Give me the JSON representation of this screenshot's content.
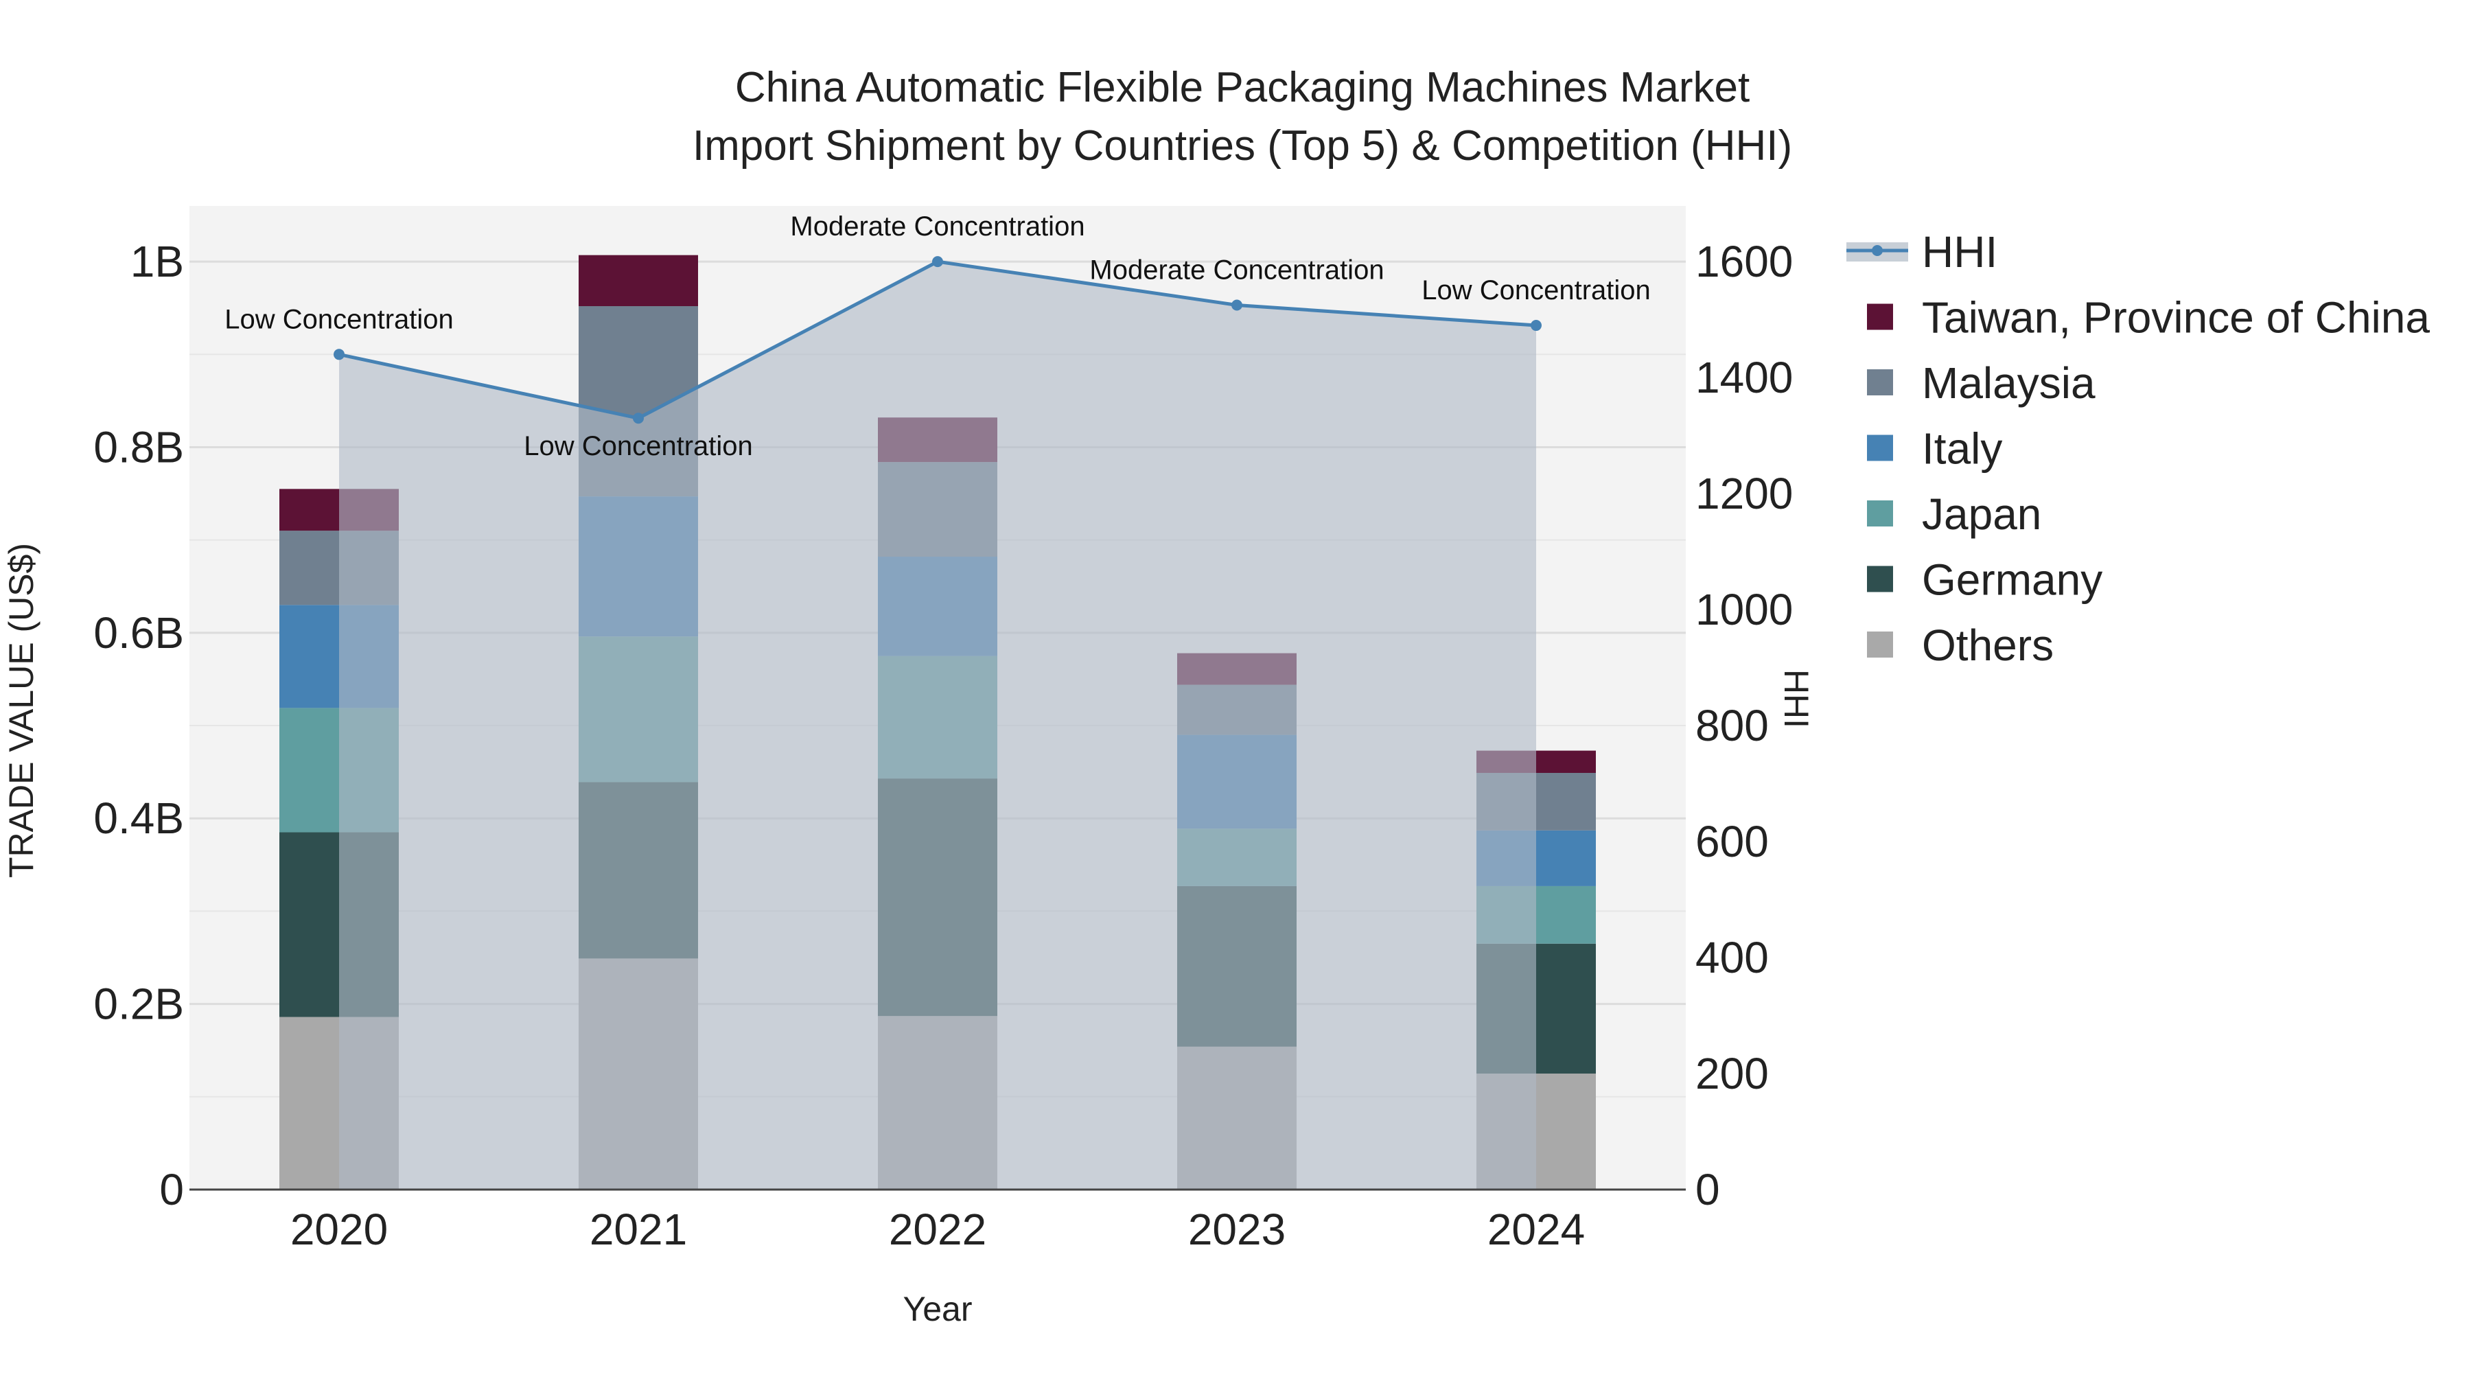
{
  "chart_data": {
    "type": "bar",
    "title_line1": "China Automatic Flexible Packaging Machines Market",
    "title_line2": "Import Shipment by Countries (Top 5) & Competition (HHI)",
    "xlabel": "Year",
    "ylabel": "TRADE VALUE (US$)",
    "y2label": "HHI",
    "categories": [
      "2020",
      "2021",
      "2022",
      "2023",
      "2024"
    ],
    "ylim": [
      0,
      1060000000
    ],
    "y2lim": [
      0,
      1696
    ],
    "yticks": [
      {
        "value": 0,
        "label": "0"
      },
      {
        "value": 200000000,
        "label": "0.2B"
      },
      {
        "value": 400000000,
        "label": "0.4B"
      },
      {
        "value": 600000000,
        "label": "0.6B"
      },
      {
        "value": 800000000,
        "label": "0.8B"
      },
      {
        "value": 1000000000,
        "label": "1B"
      }
    ],
    "y2ticks": [
      {
        "value": 0,
        "label": "0"
      },
      {
        "value": 200,
        "label": "200"
      },
      {
        "value": 400,
        "label": "400"
      },
      {
        "value": 600,
        "label": "600"
      },
      {
        "value": 800,
        "label": "800"
      },
      {
        "value": 1000,
        "label": "1000"
      },
      {
        "value": 1200,
        "label": "1200"
      },
      {
        "value": 1400,
        "label": "1400"
      },
      {
        "value": 1600,
        "label": "1600"
      }
    ],
    "grid": true,
    "legend_position": "right",
    "series": [
      {
        "name": "Others",
        "color": "#A9A9A9",
        "values": [
          186000000,
          249000000,
          187000000,
          154000000,
          125000000
        ]
      },
      {
        "name": "Germany",
        "color": "#2F4F4F",
        "values": [
          199000000,
          190000000,
          256000000,
          173000000,
          140000000
        ]
      },
      {
        "name": "Japan",
        "color": "#5F9EA0",
        "values": [
          134000000,
          157000000,
          132000000,
          62000000,
          62000000
        ]
      },
      {
        "name": "Italy",
        "color": "#4682B4",
        "values": [
          111000000,
          151000000,
          107000000,
          101000000,
          60000000
        ]
      },
      {
        "name": "Malaysia",
        "color": "#708090",
        "values": [
          80000000,
          205000000,
          102000000,
          54000000,
          62000000
        ]
      },
      {
        "name": "Taiwan, Province of China",
        "color": "#5C1235",
        "values": [
          45000000,
          55000000,
          48000000,
          34000000,
          24000000
        ]
      }
    ],
    "hhi": {
      "name": "HHI",
      "color": "#4682B4",
      "values": [
        1440,
        1330,
        1600,
        1525,
        1490
      ],
      "annotations": [
        "Low Concentration",
        "Low Concentration",
        "Moderate Concentration",
        "Moderate Concentration",
        "Low Concentration"
      ]
    },
    "legend": [
      "HHI",
      "Taiwan, Province of China",
      "Malaysia",
      "Italy",
      "Japan",
      "Germany",
      "Others"
    ]
  }
}
